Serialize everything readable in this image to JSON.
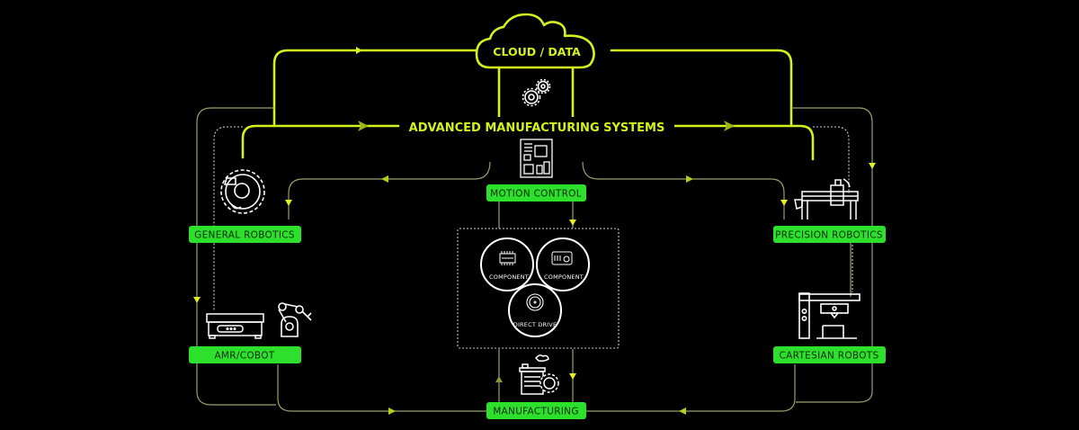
{
  "colors": {
    "background": "#000000",
    "bright_line": "#d4f01e",
    "dim_line": "#9aa06a",
    "dotted_line": "#cfcfcf",
    "node_fill": "#2ce02c",
    "node_text": "#0f2a0f",
    "icon": "#ffffff",
    "header_text": "#d4f01e"
  },
  "hub": {
    "cloud_label": "CLOUD / DATA",
    "systems_label": "ADVANCED MANUFACTURING SYSTEMS",
    "gears_icon": "gears-icon"
  },
  "nodes": {
    "motion_control": {
      "label": "MOTION CONTROL",
      "icon": "circuit-board-icon"
    },
    "general_robotics": {
      "label": "GENERAL ROBOTICS",
      "icon": "robot-gear-icon"
    },
    "precision_robotics": {
      "label": "PRECISION ROBOTICS",
      "icon": "gantry-machine-icon"
    },
    "amr_cobot": {
      "label": "AMR/COBOT",
      "icon": "amr-vehicle-icon",
      "icon2": "robot-arm-icon"
    },
    "cartesian_robots": {
      "label": "CARTESIAN ROBOTS",
      "icon": "cartesian-printer-icon"
    },
    "manufacturing": {
      "label": "MANUFACTURING",
      "icon": "factory-gear-icon"
    }
  },
  "venn": {
    "circles": [
      {
        "label": "COMPONENT",
        "icon": "chip-icon"
      },
      {
        "label": "COMPONENT",
        "icon": "controller-board-icon"
      },
      {
        "label": "DIRECT DRIVE",
        "icon": "motor-icon"
      }
    ]
  }
}
